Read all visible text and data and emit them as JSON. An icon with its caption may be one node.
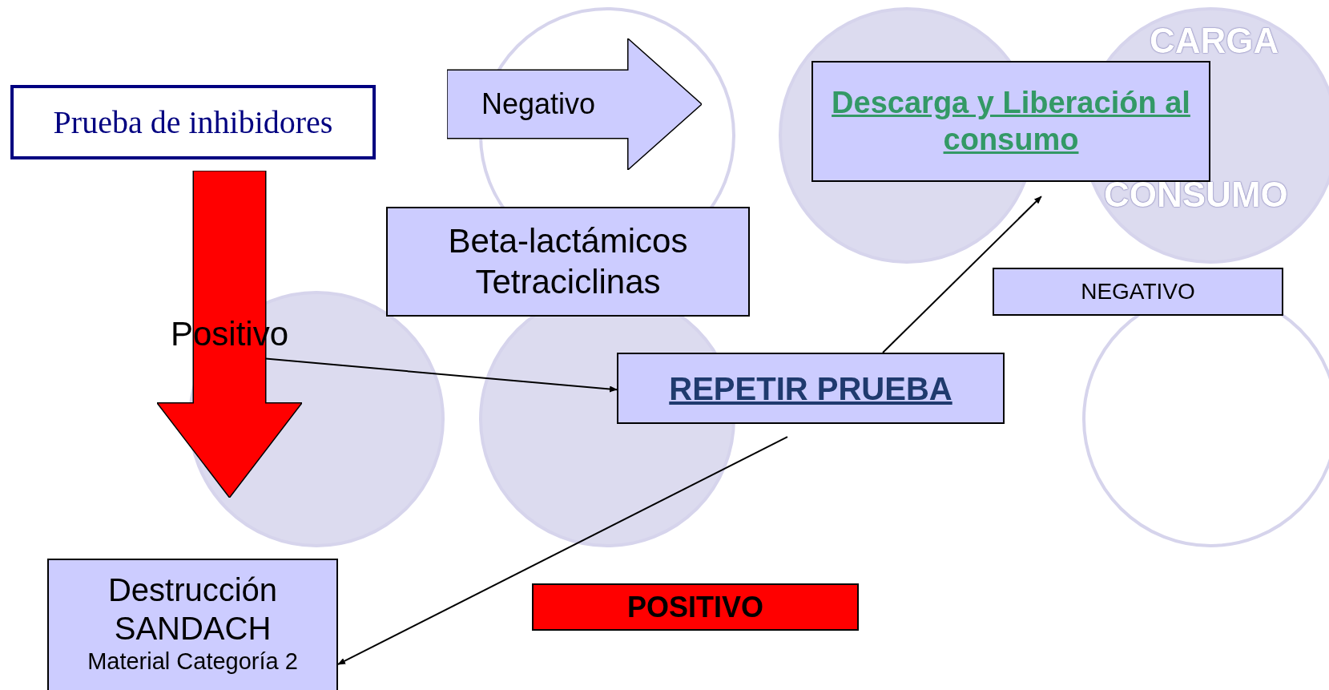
{
  "diagram": {
    "nodes": [
      {
        "text": [
          "Prueba de inhibidores"
        ]
      },
      {
        "text": [
          "Negativo"
        ]
      },
      {
        "text": [
          "Beta-lactámicos Tetraciclinas"
        ]
      },
      {
        "text": [
          "Descarga y Liberación al consumo"
        ]
      },
      {
        "text": [
          "NEGATIVO"
        ]
      },
      {
        "text": [
          "Positivo"
        ]
      },
      {
        "text": [
          "REPETIR PRUEBA"
        ]
      },
      {
        "text": [
          "POSITIVO"
        ]
      },
      {
        "text": [
          "Destrucción SANDACH",
          "Material Categoría 2"
        ]
      }
    ],
    "edges": [
      {
        "from": 5,
        "to": 6,
        "arrow": "to"
      },
      {
        "from": 6,
        "to": 3,
        "arrow": "to"
      },
      {
        "from": 6,
        "to": 8,
        "arrow": "to"
      }
    ],
    "labels": [
      "CARGA",
      "CONSUMO"
    ]
  }
}
